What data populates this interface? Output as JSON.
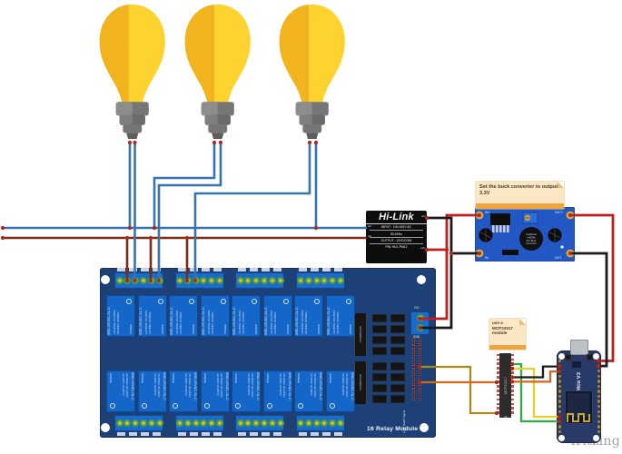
{
  "colors": {
    "blue_wire": "#3674b0",
    "dark_red_wire": "#7e2b16",
    "red_wire": "#c01d1d",
    "black_wire": "#1b1b1b",
    "orange_wire": "#d2691e",
    "olive_wire": "#a88a1c",
    "yellow_wire": "#e6cf2e",
    "green_wire": "#2fae3e",
    "board_navy": "#1d4077",
    "relay_blue": "#1467c8",
    "terminal_blue": "#1b6bca",
    "buck_blue": "#2257c4",
    "nodemcu_navy": "#2a3a66",
    "note_bg": "#fbe7c3",
    "note_strip": "#eda53f",
    "junction_dot": "#b5241a"
  },
  "notes": {
    "buck_note": {
      "line1": "Set the buck converter to output",
      "line2": "3.3V"
    },
    "mcp_note": {
      "line1": "use a",
      "line2": "MCP23017",
      "line3": "module"
    }
  },
  "hilink": {
    "brand": "Hi-Link",
    "input_line1": "INPUT : 100-240V AC",
    "input_line2": "50-60Hz",
    "output_line": "OUTPUT : 12VDC/3W",
    "part_line": "P/N: HLK-PM12",
    "pin_ac1": "AC",
    "pin_ac2": "AC",
    "pin_vo_neg": "-Vo",
    "pin_vo_pos": "+Vo"
  },
  "buck": {
    "pad_in_plus": "IN+",
    "pad_in_minus": "IN-",
    "pad_out_plus": "OUT+",
    "pad_out_minus": "OUT-",
    "toroid_line1": "KeaRunal",
    "toroid_line2": "LM259x",
    "toroid_line3": "N/C Buck",
    "toroid_line4": "Converter"
  },
  "relay_board": {
    "title": "16 Relay Module",
    "relay_label": "SRD-05VDC-SL-C",
    "relay_spec1": "10A 250VAC 10A 125VAC",
    "relay_spec2": "10A 30VDC 10A 28VDC",
    "relay_brand": "SONGLE",
    "driver_chip_label": "ULN2803APG",
    "power_pos_label": "12V",
    "power_neg_label": "GND",
    "header_label": "Level Switch Signal"
  },
  "mcp": {
    "chip_label": "MCP23017"
  },
  "nodemcu": {
    "board_label": "NodeMcu V3",
    "sub_label": "Lolin"
  },
  "watermark": "fritzing"
}
